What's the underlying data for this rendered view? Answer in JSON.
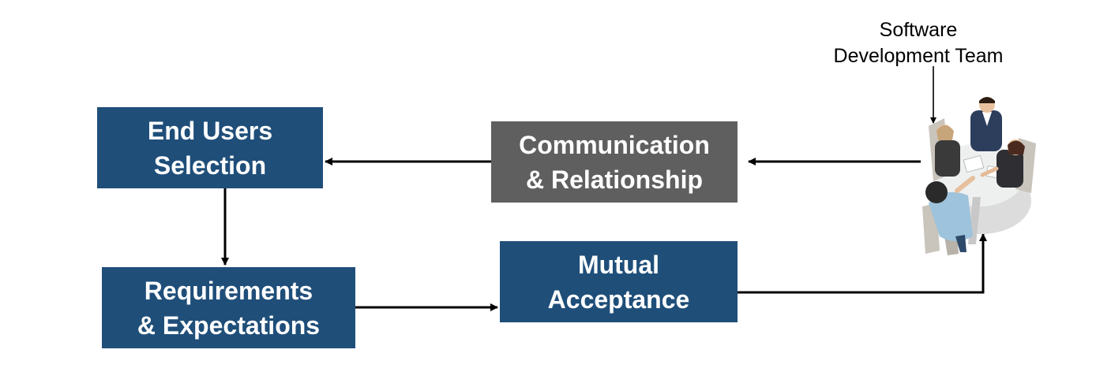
{
  "diagram": {
    "nodes": {
      "end_users": {
        "label": "End Users\nSelection",
        "color": "#1f4e79"
      },
      "requirements": {
        "label": "Requirements\n& Expectations",
        "color": "#1f4e79"
      },
      "communication": {
        "label": "Communication\n& Relationship",
        "color": "#5f5f5f"
      },
      "mutual": {
        "label": "Mutual\nAcceptance",
        "color": "#1f4e79"
      },
      "team": {
        "label": "Software\nDevelopment Team",
        "icon": "team-meeting-icon"
      }
    },
    "edges": [
      {
        "from": "team",
        "to": "communication"
      },
      {
        "from": "communication",
        "to": "end_users"
      },
      {
        "from": "end_users",
        "to": "requirements"
      },
      {
        "from": "requirements",
        "to": "mutual"
      },
      {
        "from": "mutual",
        "to": "team"
      },
      {
        "from": "team_label",
        "to": "team"
      }
    ]
  }
}
